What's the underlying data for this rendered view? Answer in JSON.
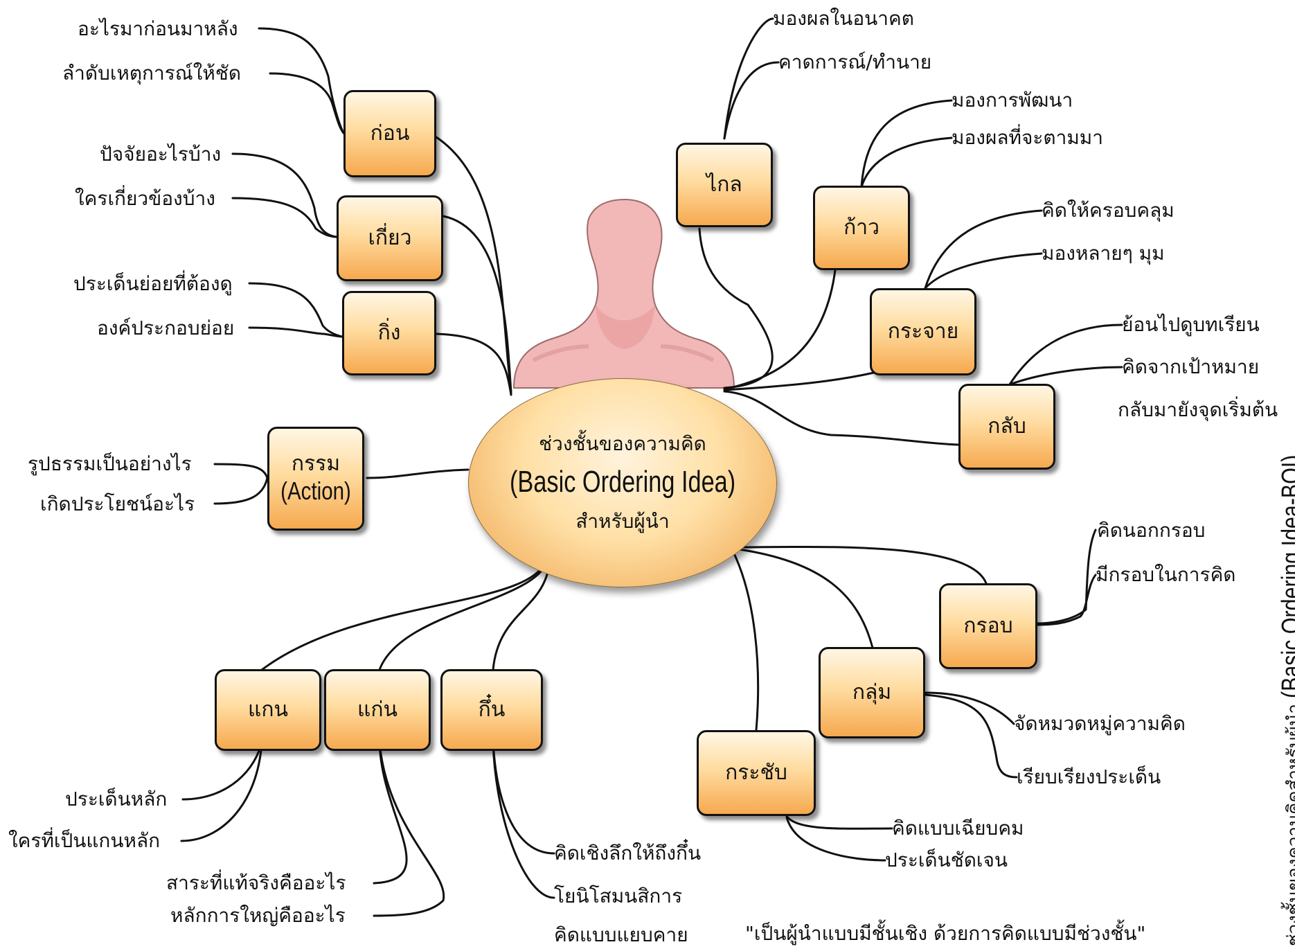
{
  "center": {
    "line1": "ช่วงชั้นของความคิด",
    "line2": "(Basic Ordering Idea)",
    "line3": "สำหรับผู้นำ"
  },
  "nodes": {
    "kon": "ก่อน",
    "kiao": "เกี่ยว",
    "king": "กิ่ง",
    "kam": "กรรม",
    "kam_en": "(Action)",
    "klai": "ไกล",
    "kao": "ก้าว",
    "krajai": "กระจาย",
    "klap": "กลับ",
    "krob": "กรอบ",
    "klum": "กลุ่ม",
    "krachap": "กระชับ",
    "kaen": "แกน",
    "kaen2": "แก่น",
    "kuen": "กึ๋น"
  },
  "leaves": {
    "kon_1": "อะไรมาก่อนมาหลัง",
    "kon_2": "ลำดับเหตุการณ์ให้ชัด",
    "kiao_1": "ปัจจัยอะไรบ้าง",
    "kiao_2": "ใครเกี่ยวข้องบ้าง",
    "king_1": "ประเด็นย่อยที่ต้องดู",
    "king_2": "องค์ประกอบย่อย",
    "kam_1": "รูปธรรมเป็นอย่างไร",
    "kam_2": "เกิดประโยชน์อะไร",
    "klai_1": "มองผลในอนาคต",
    "klai_2": "คาดการณ์/ทำนาย",
    "kao_1": "มองการพัฒนา",
    "kao_2": "มองผลที่จะตามมา",
    "krajai_1": "คิดให้ครอบคลุม",
    "krajai_2": "มองหลายๆ มุม",
    "klap_1": "ย้อนไปดูบทเรียน",
    "klap_2": "คิดจากเป้าหมาย",
    "klap_3": "กลับมายังจุดเริ่มต้น",
    "krob_1": "คิดนอกกรอบ",
    "krob_2": "มีกรอบในการคิด",
    "klum_1": "จัดหมวดหมู่ความคิด",
    "klum_2": "เรียบเรียงประเด็น",
    "krachap_1": "คิดแบบเฉียบคม",
    "krachap_2": "ประเด็นชัดเจน",
    "kaen_1": "ประเด็นหลัก",
    "kaen_2": "ใครที่เป็นแกนหลัก",
    "kaen2_1": "สาระที่แท้จริงคืออะไร",
    "kaen2_2": "หลักการใหญ่คืออะไร",
    "kuen_1": "คิดเชิงลึกให้ถึงกึ๋น",
    "kuen_2": "โยนิโสมนสิการ",
    "kuen_3": "คิดแบบแยบคาย"
  },
  "caption": "\"เป็นผู้นำแบบมีชั้นเชิง ด้วยการคิดแบบมีช่วงชั้น\"",
  "side_title": {
    "thai": "ช่วงชั้นของความคิดสำหรับผู้นำ",
    "english": "(Basic Ordering Idea-BOI)"
  },
  "colors": {
    "node_fill_top": "#fff6e4",
    "node_fill_bottom": "#f6a94f",
    "figure_skin": "#f2b7b7",
    "line": "#111111"
  },
  "icons": {
    "figure": "human-head-shoulders-back-view"
  }
}
